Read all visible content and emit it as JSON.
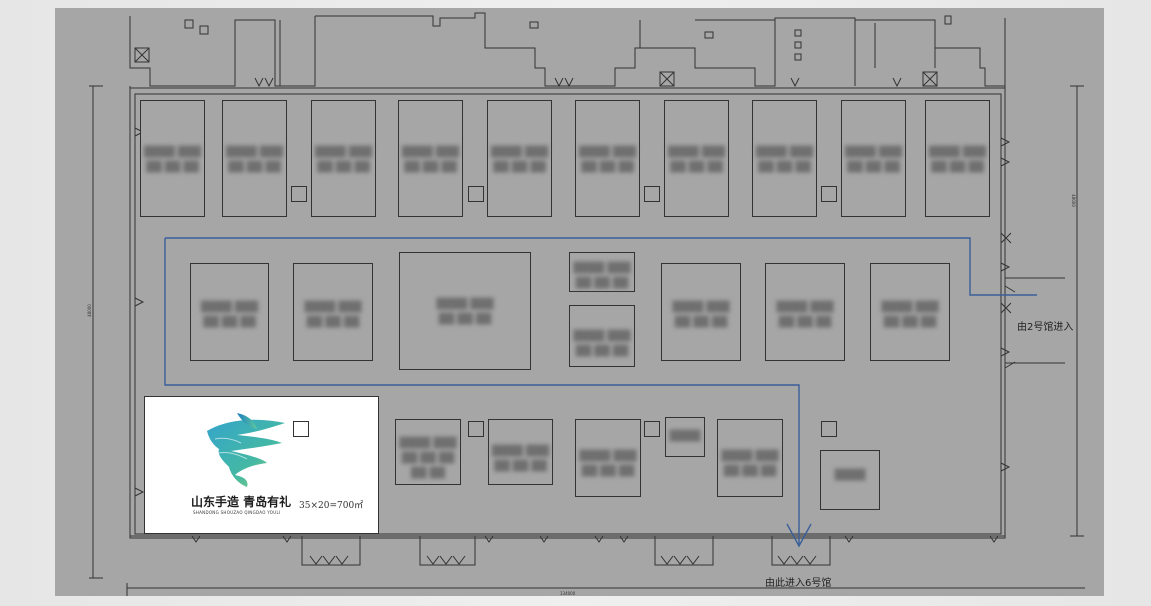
{
  "feature_booth": {
    "title": "山东手造 青岛有礼",
    "subtitle": "SHANDONG SHOUZAO  QINGDAO YOULI",
    "area": "35×20=700㎡"
  },
  "entrances": {
    "hall2": "由2号馆进入",
    "hall6": "由此进入6号馆"
  },
  "dimensions": {
    "width": "134000",
    "height_left": "48000",
    "height_right": "48000"
  },
  "colors": {
    "background": "#a6a6a6",
    "route": "#3a5f9a",
    "wall": "#333333"
  }
}
